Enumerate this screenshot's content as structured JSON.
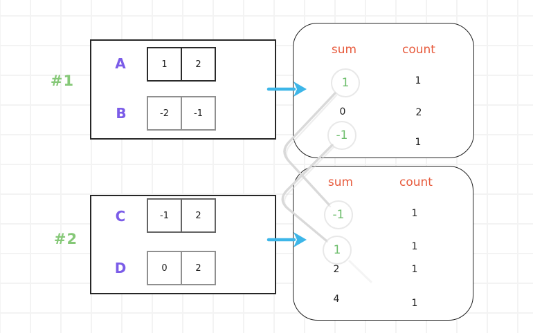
{
  "examples": [
    {
      "id": "#1",
      "arrays": [
        {
          "name": "A",
          "values": [
            "1",
            "2"
          ]
        },
        {
          "name": "B",
          "values": [
            "-2",
            "-1"
          ]
        }
      ],
      "result": {
        "sum_header": "sum",
        "count_header": "count",
        "rows": [
          {
            "sum": "1",
            "count": "1",
            "circled": true
          },
          {
            "sum": "0",
            "count": "2",
            "circled": false
          },
          {
            "sum": "-1",
            "count": "1",
            "circled": true
          }
        ]
      }
    },
    {
      "id": "#2",
      "arrays": [
        {
          "name": "C",
          "values": [
            "-1",
            "2"
          ]
        },
        {
          "name": "D",
          "values": [
            "0",
            "2"
          ]
        }
      ],
      "result": {
        "sum_header": "sum",
        "count_header": "count",
        "rows": [
          {
            "sum": "-1",
            "count": "1",
            "circled": true
          },
          {
            "sum": "1",
            "count": "1",
            "circled": true
          },
          {
            "sum": "2",
            "count": "1",
            "circled": false
          },
          {
            "sum": "4",
            "count": "1",
            "circled": false
          }
        ]
      }
    }
  ],
  "connections": [
    {
      "from_example": "#1",
      "from_sum": "1",
      "to_example": "#2",
      "to_sum": "-1"
    },
    {
      "from_example": "#1",
      "from_sum": "-1",
      "to_example": "#2",
      "to_sum": "1"
    }
  ],
  "colors": {
    "array_label": "#7b5ce8",
    "example_label": "#85c877",
    "table_header": "#e75b3d",
    "highlight_sum": "#6cbd6b",
    "arrow": "#3db6e8",
    "connector": "#d9d9d9",
    "text": "#1d1d1d"
  }
}
